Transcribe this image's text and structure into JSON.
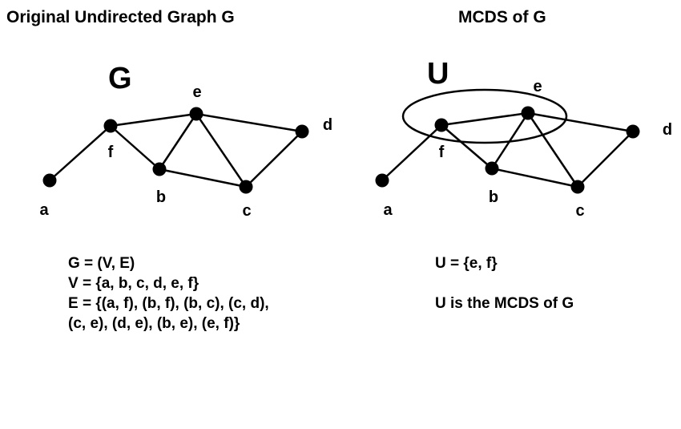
{
  "left_panel": {
    "heading": "Original Undirected Graph G",
    "graph_label": "G",
    "nodes": [
      "a",
      "b",
      "c",
      "d",
      "e",
      "f"
    ],
    "edges": [
      [
        "a",
        "f"
      ],
      [
        "b",
        "f"
      ],
      [
        "b",
        "c"
      ],
      [
        "c",
        "d"
      ],
      [
        "c",
        "e"
      ],
      [
        "d",
        "e"
      ],
      [
        "b",
        "e"
      ],
      [
        "e",
        "f"
      ]
    ],
    "text_lines": [
      "G = (V, E)",
      "V = {a, b, c, d, e, f}",
      "E = {(a, f), (b, f), (b, c), (c, d),",
      "(c, e), (d, e), (b, e), (e, f)}"
    ]
  },
  "right_panel": {
    "heading": "MCDS of G",
    "set_label": "U",
    "highlighted_nodes": [
      "e",
      "f"
    ],
    "text_lines": [
      "U = {e, f}",
      "U is the MCDS of G"
    ]
  },
  "colors": {
    "ink": "#000000",
    "background": "#ffffff"
  }
}
